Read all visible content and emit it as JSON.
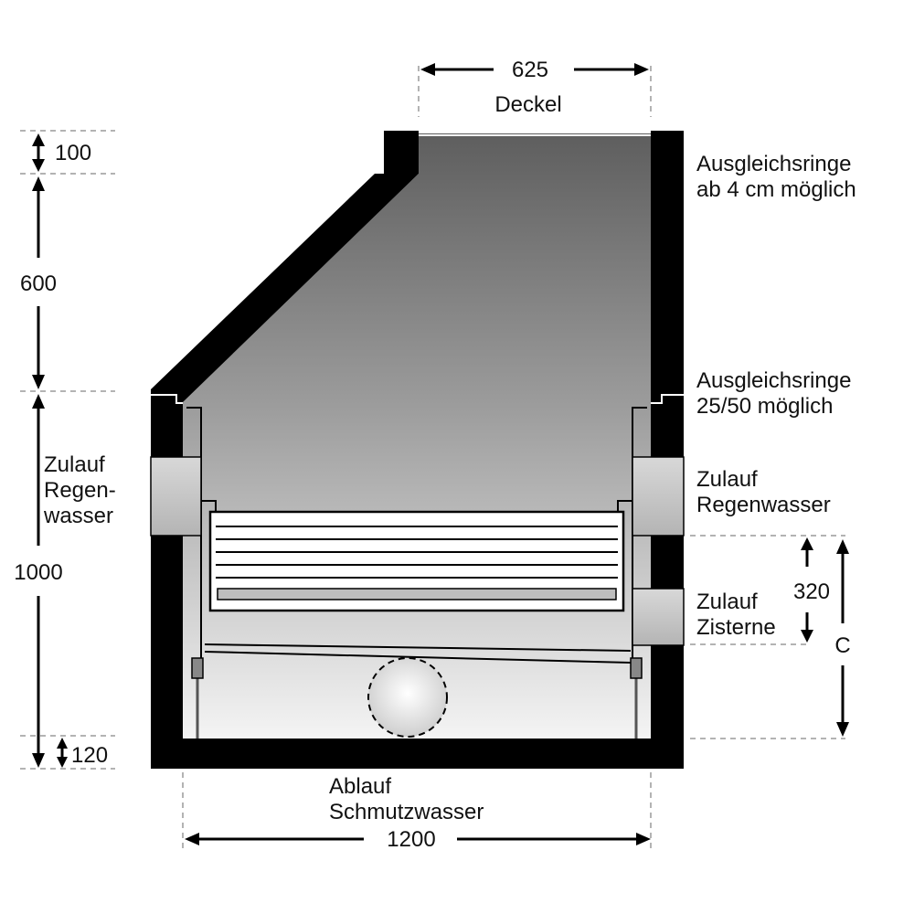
{
  "dimensions": {
    "cover_width": "625",
    "cover_height": "100",
    "cone_height": "600",
    "shaft_height": "1000",
    "floor_height": "120",
    "base_width": "1200",
    "cistern_offset": "320",
    "variable_height": "C"
  },
  "labels": {
    "cover": "Deckel",
    "rings_top_line1": "Ausgleichsringe",
    "rings_top_line2": "ab 4 cm möglich",
    "rings_mid_line1": "Ausgleichsringe",
    "rings_mid_line2": "25/50 möglich",
    "inlet_left_line1": "Zulauf",
    "inlet_left_line2": "Regen-",
    "inlet_left_line3": "wasser",
    "inlet_right_line1": "Zulauf",
    "inlet_right_line2": "Regenwasser",
    "inlet_cistern_line1": "Zulauf",
    "inlet_cistern_line2": "Zisterne",
    "outlet_line1": "Ablauf",
    "outlet_line2": "Schmutzwasser"
  },
  "colors": {
    "wall": "#000000",
    "interior_top": "#6e6e6e",
    "interior_bottom": "#f4f4f4",
    "pipe": "#c8c8c8",
    "filter": "#d0d0d0"
  }
}
